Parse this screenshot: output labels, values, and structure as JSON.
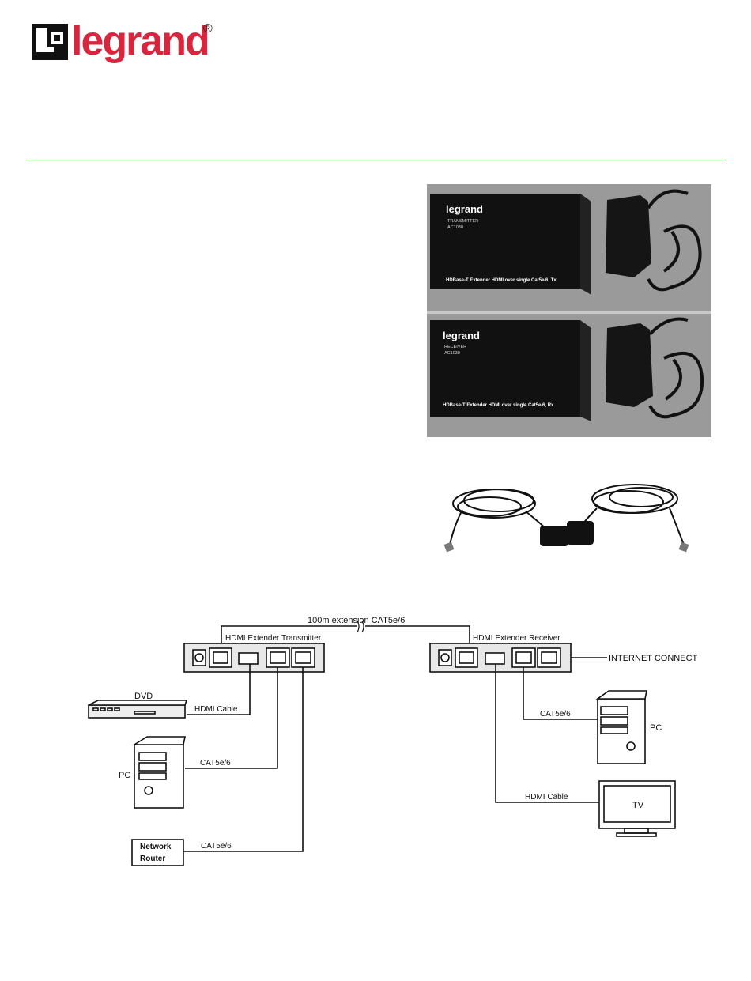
{
  "brand": {
    "name": "legrand",
    "reg": "®"
  },
  "product_photo": {
    "transmitter": {
      "brand": "legrand",
      "type": "TRANSMITTER",
      "model": "AC1030",
      "caption": "HDBase-T Extender  HDMI over single Cat5e/6, Tx"
    },
    "receiver": {
      "brand": "legrand",
      "type": "RECEIVER",
      "model": "AC1030",
      "caption": "HDBase-T Extender  HDMI over single Cat5e/6, Rx"
    }
  },
  "diagram": {
    "extension_label": "100m  extension  CAT5e/6",
    "transmitter_label": "HDMI Extender Transmitter",
    "receiver_label": "HDMI Extender Receiver",
    "internet_label": "INTERNET CONNECT",
    "dvd_label": "DVD",
    "hdmi_cable_tx": "HDMI Cable",
    "pc_label_tx": "PC",
    "cat_pc_tx": "CAT5e/6",
    "router_label_line1": "Network",
    "router_label_line2": "Router",
    "cat_router_tx": "CAT5e/6",
    "cat_pc_rx": "CAT5e/6",
    "pc_label_rx": "PC",
    "hdmi_cable_rx": "HDMI Cable",
    "tv_label": "TV"
  },
  "colors": {
    "brand_red": "#d7263d",
    "rule_green": "#3a9b3a"
  }
}
